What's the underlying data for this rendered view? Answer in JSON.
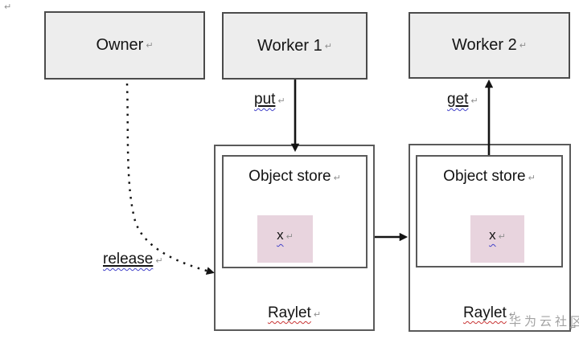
{
  "page": {
    "paragraph_mark": "↵",
    "watermark": "华为云社区",
    "background": "#ffffff"
  },
  "nodes": {
    "owner": {
      "label": "Owner"
    },
    "worker1": {
      "label": "Worker 1"
    },
    "worker2": {
      "label": "Worker 2"
    }
  },
  "raylets": [
    {
      "title": "Raylet",
      "object_store": "Object store",
      "object": "x"
    },
    {
      "title": "Raylet",
      "object_store": "Object store",
      "object": "x"
    }
  ],
  "edges": {
    "put": "put",
    "get": "get",
    "release": "release"
  },
  "colors": {
    "node_fill": "#ededed",
    "node_border": "#4b4b4b",
    "frame_border": "#5a5a5a",
    "object_chip_fill": "#e8d4de",
    "arrow": "#141414",
    "spellcheck_blue": "#4343c8",
    "spellcheck_red": "#c83434",
    "watermark_gray": "#a2a2a2",
    "formatting_mark_gray": "#8f8f8f"
  }
}
